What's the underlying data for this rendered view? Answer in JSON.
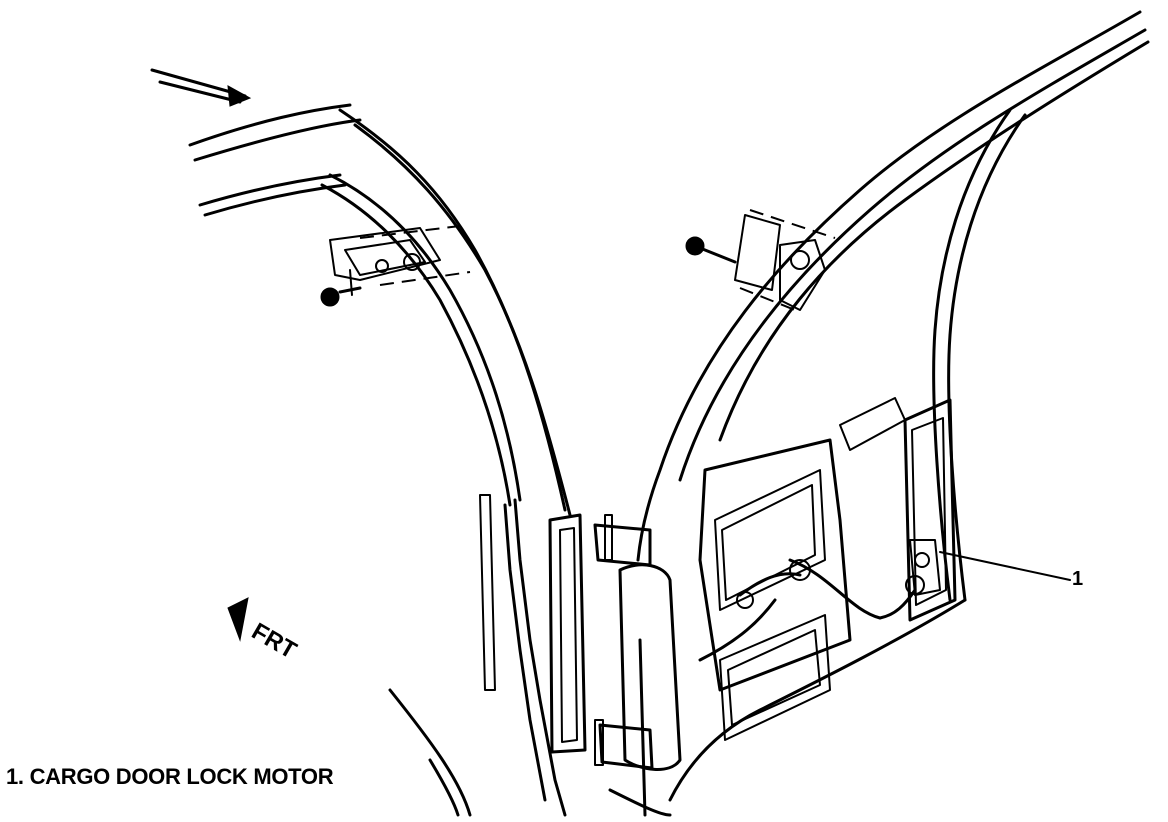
{
  "figure": {
    "callout_number": "1",
    "direction_label": "FRT",
    "legend": [
      {
        "number": "1.",
        "label": "CARGO DOOR LOCK MOTOR"
      }
    ]
  }
}
